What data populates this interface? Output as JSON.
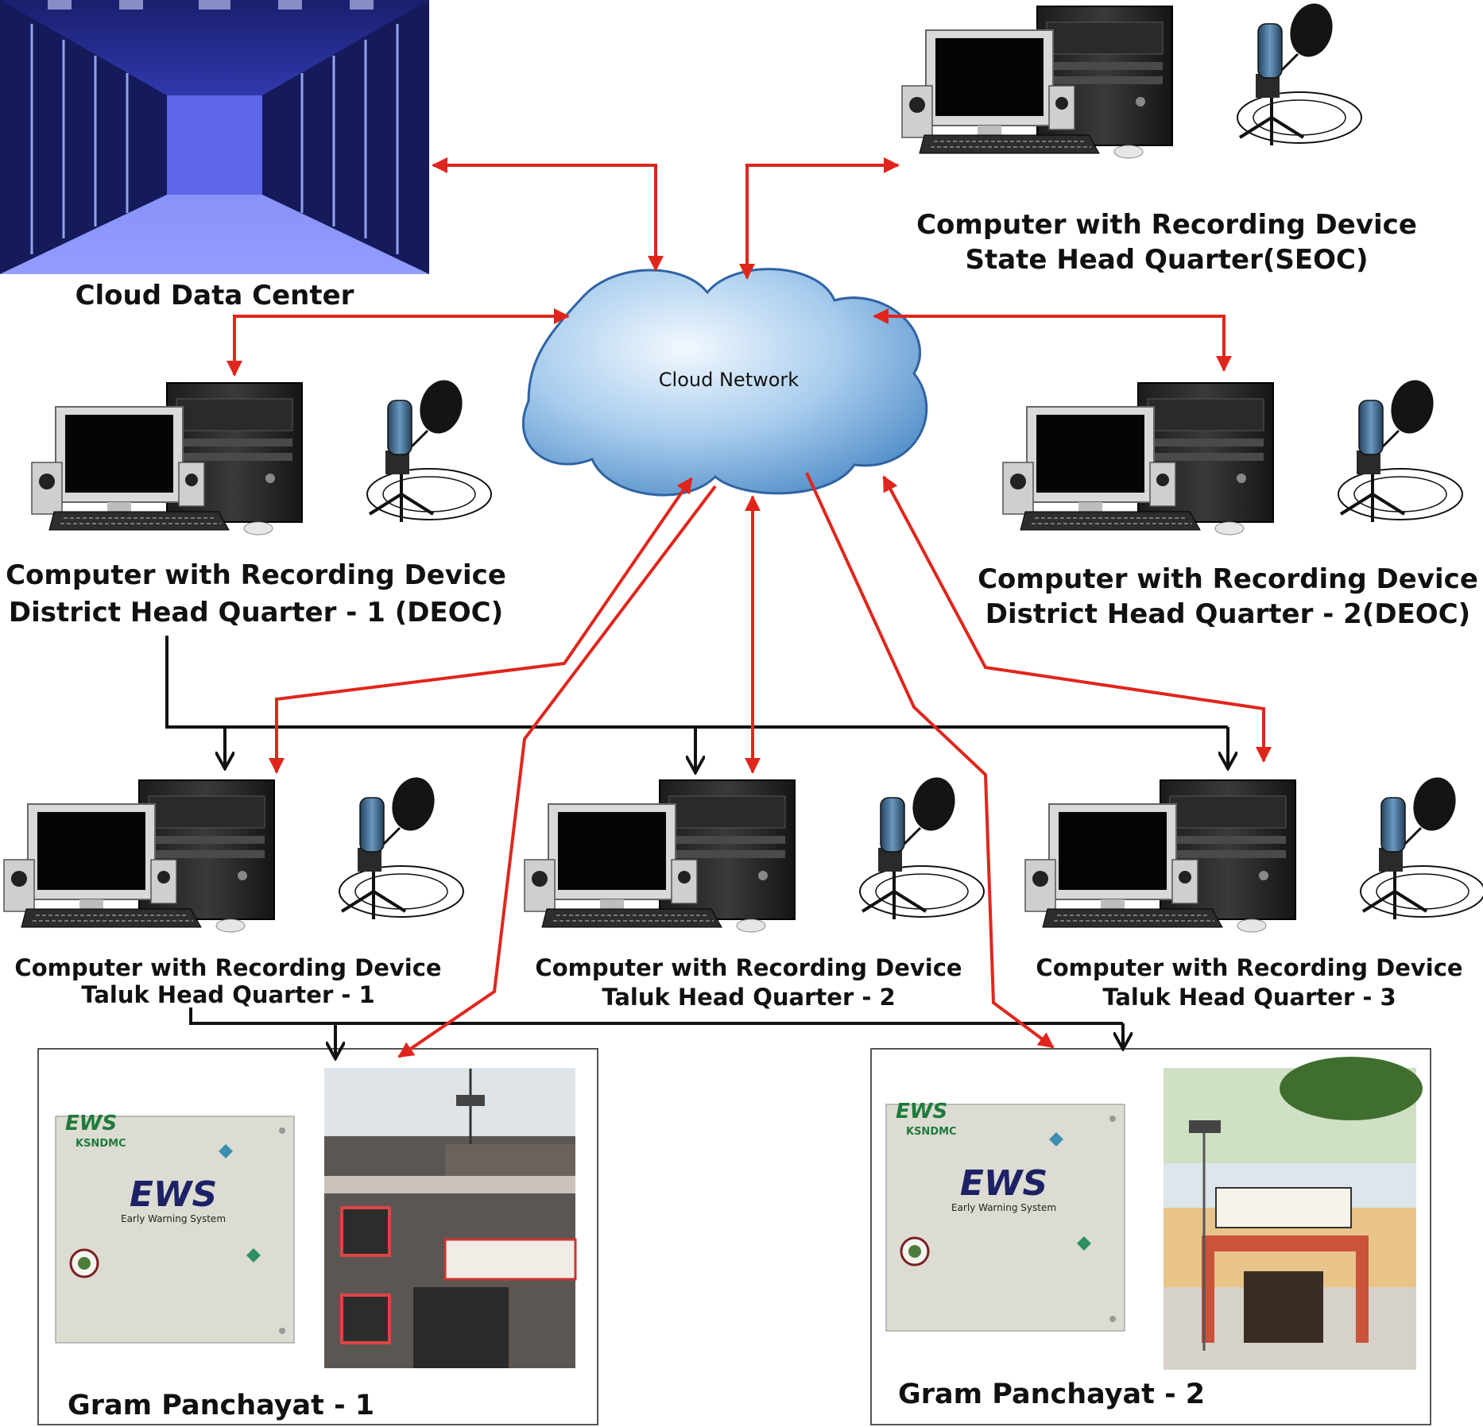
{
  "cloud_network": {
    "label": "Cloud Network"
  },
  "cloud_data_center": {
    "label": "Cloud Data Center"
  },
  "state_hq": {
    "line1": "Computer with Recording Device",
    "line2": "State Head Quarter(SEOC)"
  },
  "district_hq_1": {
    "line1": "Computer with Recording Device",
    "line2": "District Head Quarter - 1 (DEOC)"
  },
  "district_hq_2": {
    "line1": "Computer with Recording Device",
    "line2": "District Head Quarter - 2(DEOC)"
  },
  "taluk_hq_1": {
    "line1": "Computer with Recording Device",
    "line2": "Taluk Head Quarter - 1"
  },
  "taluk_hq_2": {
    "line1": "Computer with Recording Device",
    "line2": "Taluk Head Quarter - 2"
  },
  "taluk_hq_3": {
    "line1": "Computer with Recording Device",
    "line2": "Taluk Head Quarter - 3"
  },
  "gram_panchayat_1": {
    "label": "Gram Panchayat - 1"
  },
  "gram_panchayat_2": {
    "label": "Gram Panchayat - 2"
  },
  "ews_panel": {
    "brand": "EWS",
    "org": "KSNDMC",
    "title": "EWS",
    "subtitle": "Early Warning System"
  },
  "colors": {
    "network_link": "#e0261c",
    "hierarchy_link": "#111111",
    "cloud_fill": "#6fa6d8"
  }
}
